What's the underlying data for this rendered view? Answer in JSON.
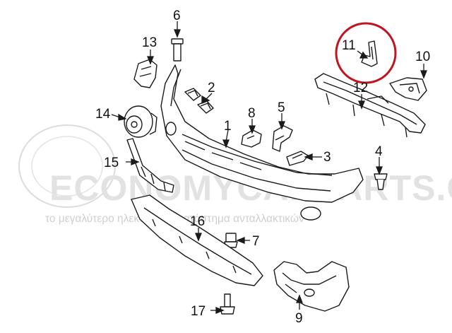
{
  "watermark": {
    "brand": "ECONOMYCARPARTS.GR",
    "tagline": "το μεγαλύτερο ηλεκτρονικό κατάστημα ανταλλακτικών"
  },
  "callouts": {
    "c1": "1",
    "c2": "2",
    "c3": "3",
    "c4": "4",
    "c5": "5",
    "c6": "6",
    "c7": "7",
    "c8": "8",
    "c9": "9",
    "c10": "10",
    "c11": "11",
    "c12": "12",
    "c13": "13",
    "c14": "14",
    "c15": "15",
    "c16": "16",
    "c17": "17"
  },
  "colors": {
    "line": "#1a1a1a",
    "highlight_circle": "#c0151f",
    "watermark": "#d9d9d9"
  },
  "highlighted_part": "11"
}
